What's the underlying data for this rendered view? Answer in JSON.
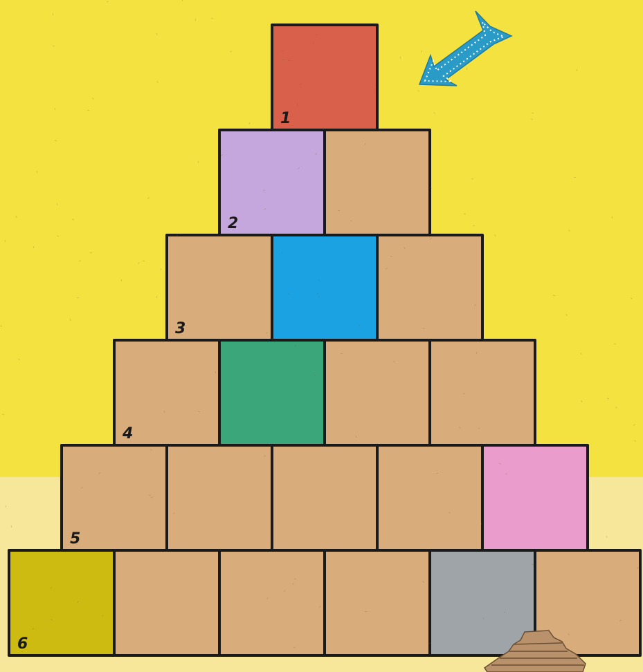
{
  "puzzle": {
    "rows": [
      {
        "label": "1",
        "cells": [
          "#d9604a"
        ]
      },
      {
        "label": "2",
        "cells": [
          "#c6a7dd",
          "#d8ad7b"
        ]
      },
      {
        "label": "3",
        "cells": [
          "#d8ad7b",
          "#1aa2e2",
          "#d8ad7b"
        ]
      },
      {
        "label": "4",
        "cells": [
          "#d8ad7b",
          "#3aa67a",
          "#d8ad7b",
          "#d8ad7b"
        ]
      },
      {
        "label": "5",
        "cells": [
          "#d8ad7b",
          "#d8ad7b",
          "#d8ad7b",
          "#d8ad7b",
          "#ea9ccc"
        ]
      },
      {
        "label": "6",
        "cells": [
          "#cdbb12",
          "#d8ad7b",
          "#d8ad7b",
          "#d8ad7b",
          "#9ea4a8",
          "#d8ad7b"
        ]
      }
    ]
  },
  "colors": {
    "sky": "#f3e23f",
    "ground": "#f6e79a",
    "outline": "#1a1a1a",
    "arrow": "#2a9bc7",
    "mini_pyramid": "#b9916a"
  },
  "icons": {
    "arrow": "arrow-pointing-down-left-icon",
    "mini_pyramid": "mini-pyramid-icon"
  }
}
